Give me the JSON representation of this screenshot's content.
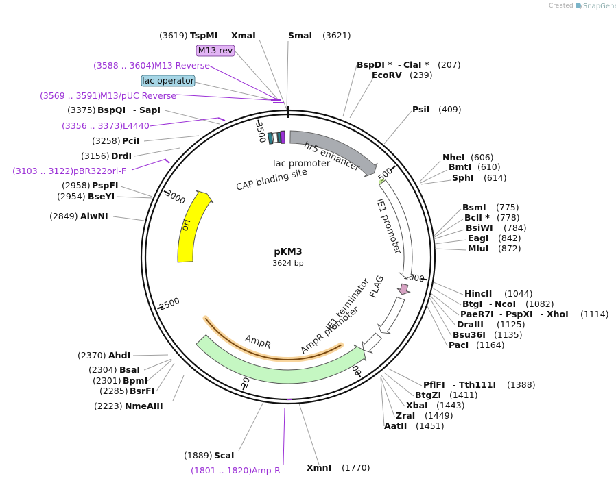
{
  "watermark": {
    "created_by": "Created by",
    "brand": "SnapGene"
  },
  "plasmid": {
    "name": "pKM3",
    "size": "3624 bp"
  },
  "ring_ticks": [
    "500",
    "1000",
    "1500",
    "2000",
    "2500",
    "3000",
    "3500"
  ],
  "features": {
    "hr5": "hr5 enhancer",
    "ie1_promoter": "IE1 promoter",
    "flag": "FLAG",
    "ie1_terminator": "IE1 terminator",
    "ampr_promoter": "AmpR promoter",
    "ampr": "AmpR",
    "ori": "ori",
    "lac_promoter": "lac promoter",
    "cap_site": "CAP binding site"
  },
  "right_sites": [
    {
      "names": [
        "BspDI *",
        "ClaI *"
      ],
      "pos": "(207)"
    },
    {
      "names": [
        "EcoRV"
      ],
      "pos": "(239)"
    },
    {
      "names": [
        "PsiI"
      ],
      "pos": "(409)"
    },
    {
      "names": [
        "NheI"
      ],
      "pos": "(606)"
    },
    {
      "names": [
        "BmtI"
      ],
      "pos": "(610)"
    },
    {
      "names": [
        "SphI"
      ],
      "pos": "(614)"
    },
    {
      "names": [
        "BsmI"
      ],
      "pos": "(775)"
    },
    {
      "names": [
        "BclI *"
      ],
      "pos": "(778)"
    },
    {
      "names": [
        "BsiWI"
      ],
      "pos": "(784)"
    },
    {
      "names": [
        "EagI"
      ],
      "pos": "(842)"
    },
    {
      "names": [
        "MluI"
      ],
      "pos": "(872)"
    },
    {
      "names": [
        "HincII"
      ],
      "pos": "(1044)"
    },
    {
      "names": [
        "BtgI",
        "NcoI"
      ],
      "pos": "(1082)"
    },
    {
      "names": [
        "PaeR7I",
        "PspXI",
        "XhoI"
      ],
      "pos": "(1114)"
    },
    {
      "names": [
        "DraIII"
      ],
      "pos": "(1125)"
    },
    {
      "names": [
        "Bsu36I"
      ],
      "pos": "(1135)"
    },
    {
      "names": [
        "PacI"
      ],
      "pos": "(1164)"
    },
    {
      "names": [
        "PflFI",
        "Tth111I"
      ],
      "pos": "(1388)"
    },
    {
      "names": [
        "BtgZI"
      ],
      "pos": "(1411)"
    },
    {
      "names": [
        "XbaI"
      ],
      "pos": "(1443)"
    },
    {
      "names": [
        "ZraI"
      ],
      "pos": "(1449)"
    },
    {
      "names": [
        "AatII"
      ],
      "pos": "(1451)"
    },
    {
      "names": [
        "XmnI"
      ],
      "pos": "(1770)"
    }
  ],
  "left_sites": [
    {
      "names": [
        "TspMI",
        "XmaI"
      ],
      "pos": "(3619)"
    },
    {
      "names": [
        "SmaI"
      ],
      "pos": "(3621)"
    },
    {
      "names": [
        "BspQI",
        "SapI"
      ],
      "pos": "(3375)"
    },
    {
      "names": [
        "PciI"
      ],
      "pos": "(3258)"
    },
    {
      "names": [
        "DrdI"
      ],
      "pos": "(3156)"
    },
    {
      "names": [
        "PspFI"
      ],
      "pos": "(2958)"
    },
    {
      "names": [
        "BseYI"
      ],
      "pos": "(2954)"
    },
    {
      "names": [
        "AlwNI"
      ],
      "pos": "(2849)"
    },
    {
      "names": [
        "AhdI"
      ],
      "pos": "(2370)"
    },
    {
      "names": [
        "BsaI"
      ],
      "pos": "(2304)"
    },
    {
      "names": [
        "BpmI"
      ],
      "pos": "(2301)"
    },
    {
      "names": [
        "BsrFI"
      ],
      "pos": "(2285)"
    },
    {
      "names": [
        "NmeAIII"
      ],
      "pos": "(2223)"
    },
    {
      "names": [
        "ScaI"
      ],
      "pos": "(1889)"
    }
  ],
  "primers": [
    {
      "label": "M13 rev",
      "boxed": true
    },
    {
      "label": "M13 Reverse",
      "range": "(3588 .. 3604)"
    },
    {
      "label": "lac operator",
      "boxed": true
    },
    {
      "label": "M13/pUC Reverse",
      "range": "(3569 .. 3591)"
    },
    {
      "label": "L4440",
      "range": "(3356 .. 3373)"
    },
    {
      "label": "pBR322ori-F",
      "range": "(3103 .. 3122)"
    },
    {
      "label": "Amp-R",
      "range": "(1801 .. 1820)"
    }
  ],
  "colors": {
    "ring": "#111111",
    "hr5": "#a9acb1",
    "ie1_promoter_glow": "#8fd03a",
    "flag": "#d6a2c2",
    "ampr": "#c5f7c2",
    "ampr_glow": "#f2b24d",
    "ori": "#ffff00",
    "primer": "#9b31d6",
    "lac_operator_box": "#a6d6e6",
    "m13rev_box": "#e2b4f5",
    "lac_teal": "#2b7e8a"
  }
}
